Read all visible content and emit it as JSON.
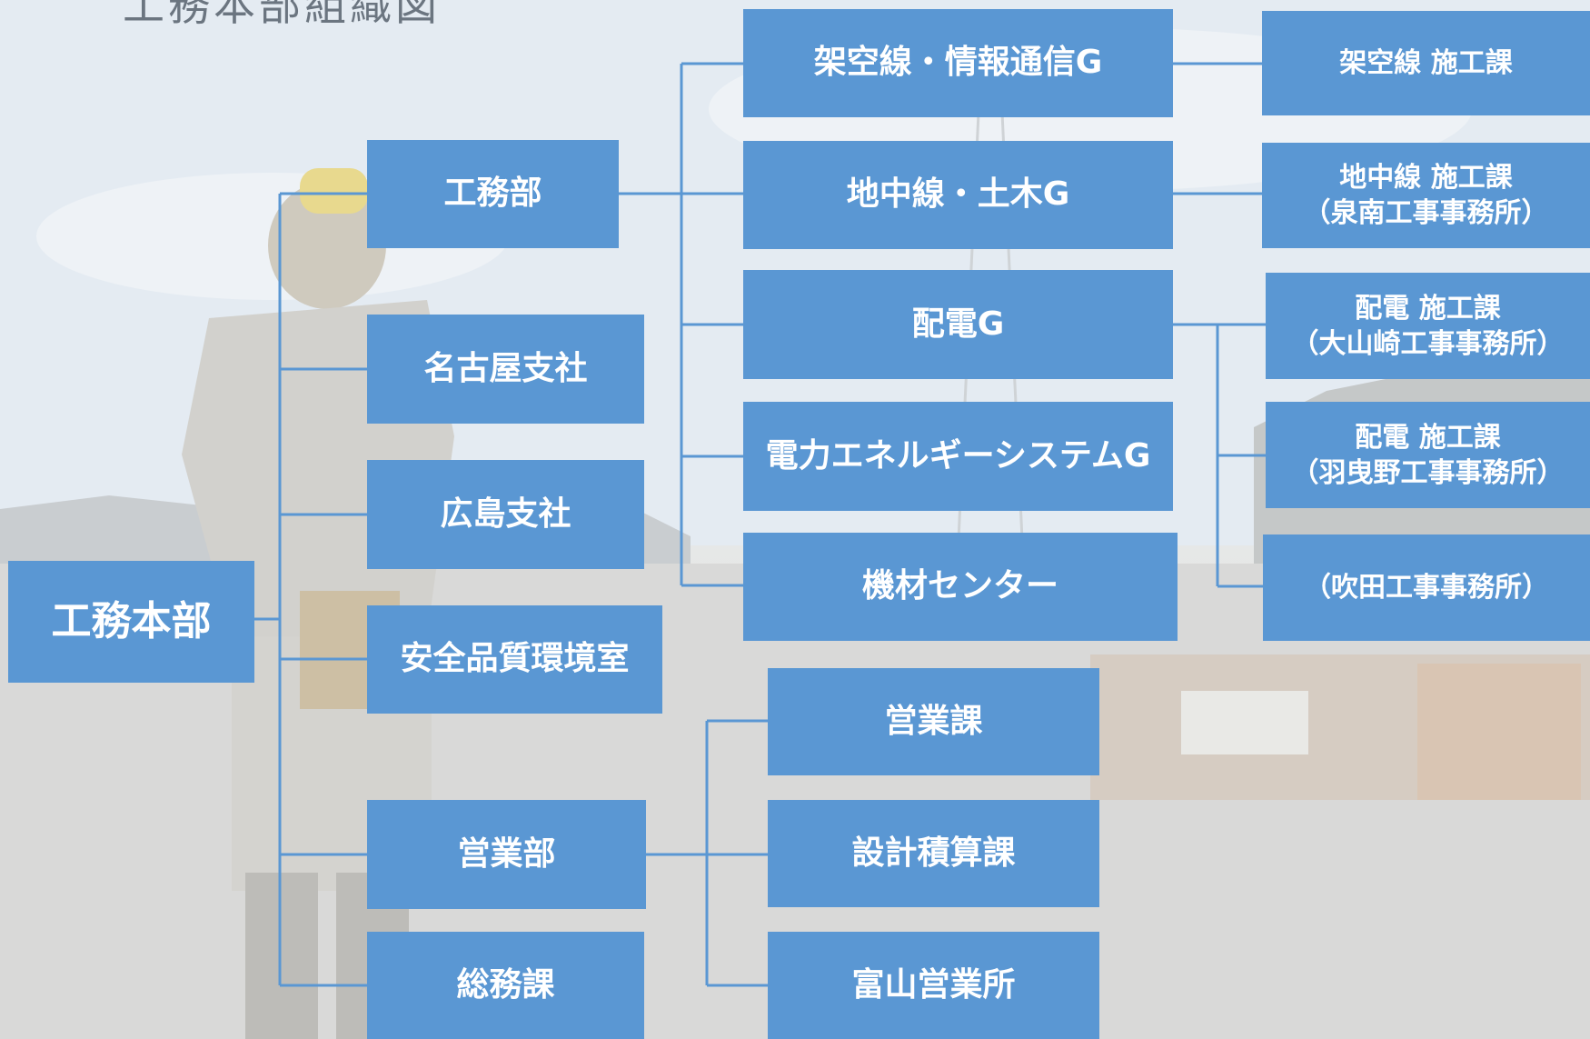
{
  "diagram": {
    "title": "工務本部組織図",
    "root": {
      "label": "工務本部"
    },
    "level1": {
      "koumu": "工務部",
      "nagoya": "名古屋支社",
      "hiroshima": "広島支社",
      "anzen": "安全品質環境室",
      "eigyo": "営業部",
      "somu": "総務課"
    },
    "koumu_groups": {
      "kakusen": "架空線・情報通信G",
      "chichu": "地中線・土木G",
      "haiden": "配電G",
      "denryoku": "電力エネルギーシステムG",
      "kizai": "機材センター"
    },
    "sections": {
      "kakusen_sekou": {
        "line1": "架空線 施工課"
      },
      "chichu_sekou": {
        "line1": "地中線 施工課",
        "line2": "（泉南工事事務所）"
      },
      "haiden_oyamazaki": {
        "line1": "配電 施工課",
        "line2": "（大山崎工事事務所）"
      },
      "haiden_habikino": {
        "line1": "配電 施工課",
        "line2": "（羽曳野工事事務所）"
      },
      "suita": {
        "line1": "（吹田工事事務所）"
      }
    },
    "eigyo_sections": {
      "eigyoka": "営業課",
      "sekkei": "設計積算課",
      "toyama": "富山営業所"
    }
  },
  "colors": {
    "box": "#5a97d3",
    "connector": "#5a97d3",
    "box_text": "#ffffff",
    "title_text": "#6b7580"
  }
}
